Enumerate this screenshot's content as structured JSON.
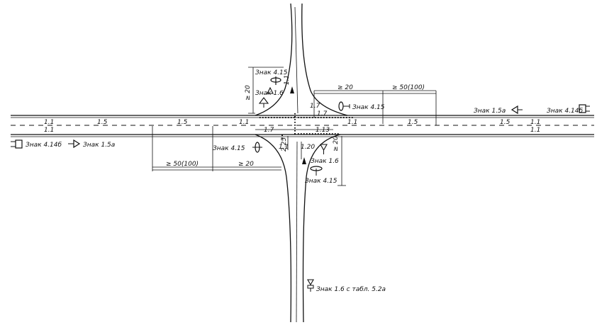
{
  "labels": {
    "sign_4_15_top": "Знак 4.15",
    "sign_1_6_top": "Знак 1.6",
    "sign_4_15_right": "Знак 4.15",
    "sign_1_5a_right": "Знак 1.5а",
    "sign_4_14b_right": "Знак 4.14б",
    "sign_4_14b_left": "Знак 4.14б",
    "sign_1_5a_left": "Знак 1.5а",
    "sign_4_15_left": "Знак 4.15",
    "sign_1_6_bottom": "Знак 1.6",
    "sign_4_15_bottom": "Знак 4.15",
    "sign_1_6_stab": "Знак 1.6 с табл. 5.2а"
  },
  "dimensions": {
    "top_left_vert": "≥ 20",
    "right_upper_20": "≥ 20",
    "right_upper_50": "≥ 50(100)",
    "left_lower_50": "≥ 50(100)",
    "left_lower_20": "≥ 20",
    "bottom_right_vert": "≥ 20",
    "dim_225": "2.25",
    "dim_120": "1.20"
  },
  "markings": {
    "m_11_a": "1.1",
    "m_15_a": "1.5",
    "m_15_b": "1.5",
    "m_11_b": "1.1",
    "m_17_a": "1.7",
    "m_11_c": "1.1",
    "m_15_c": "1.5",
    "m_15_d": "1.5",
    "m_11_d": "1.1",
    "m_11_e": "1.1",
    "m_17_b": "1.7",
    "m_113": "1.13",
    "m_11_f": "1.1",
    "m_11_g": "1.1",
    "m_17_c": "1.7",
    "m_11_top": "1.1"
  }
}
